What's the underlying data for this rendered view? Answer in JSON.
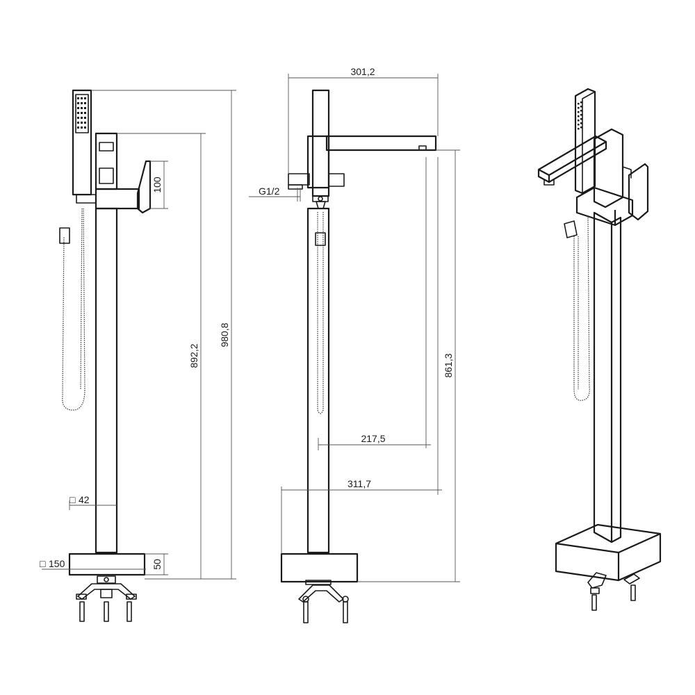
{
  "dimensions": {
    "d_301_2": "301,2",
    "d_g12": "G1/2",
    "d_100": "100",
    "d_892_2": "892,2",
    "d_980_8": "980,8",
    "d_861_3": "861,3",
    "d_217_5": "217,5",
    "d_311_7": "311,7",
    "d_42": "42",
    "d_150": "150",
    "d_50": "50"
  },
  "symbols": {
    "square": "□"
  }
}
